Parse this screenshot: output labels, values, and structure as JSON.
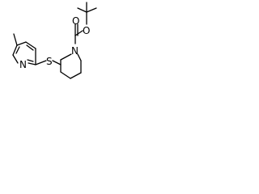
{
  "diagram": {
    "type": "chemical-structure",
    "atom_labels": {
      "carbonyl_oxygen": "O",
      "ester_oxygen": "O",
      "ring_nitrogen": "N",
      "pyridine_nitrogen": "N",
      "sulfur": "S"
    },
    "colors": {
      "bond": "#000000",
      "label": "#000000",
      "background": "#ffffff"
    }
  }
}
